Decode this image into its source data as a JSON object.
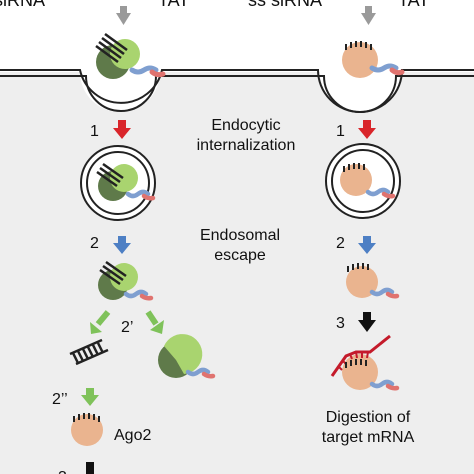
{
  "header": {
    "left_title": "ds siRNA",
    "left_carrier": "TAT",
    "right_title": "ss siRNA",
    "right_carrier": "TAT"
  },
  "steps": {
    "step1": "1",
    "step2": "2",
    "step2_prime": "2’",
    "step2_double_prime": "2’’",
    "step3": "3"
  },
  "labels": {
    "endocytic_line1": "Endocytic",
    "endocytic_line2": "internalization",
    "endosomal_line1": "Endosomal",
    "endosomal_line2": "escape",
    "ago2": "Ago2",
    "digestion_line1": "Digestion of",
    "digestion_line2": "target mRNA"
  },
  "colors": {
    "cytoplasm": "#eeeeee",
    "membrane": "#222222",
    "tat_green_light": "#a9d46f",
    "tat_green_dark": "#5f7a4a",
    "ago2_peach": "#eab48f",
    "linker_red": "#e0736f",
    "linker_blue": "#7f9fd0",
    "arrow_red": "#d9252a",
    "arrow_blue": "#4d7fc4",
    "arrow_green": "#7fc25a",
    "arrow_black": "#111111",
    "arrow_grey": "#9a9a9a",
    "mrna_red": "#c41a2a"
  }
}
